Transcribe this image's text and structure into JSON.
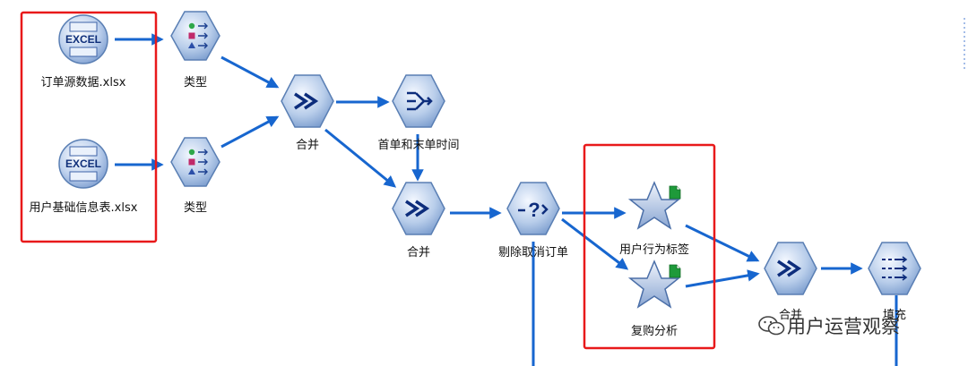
{
  "nodes": {
    "excel_orders": {
      "label": "订单源数据.xlsx",
      "icon": "excel-source-icon"
    },
    "excel_users": {
      "label": "用户基础信息表.xlsx",
      "icon": "excel-source-icon"
    },
    "type1": {
      "label": "类型",
      "icon": "type-node-icon"
    },
    "type2": {
      "label": "类型",
      "icon": "type-node-icon"
    },
    "merge1": {
      "label": "合并",
      "icon": "merge-node-icon"
    },
    "first_last": {
      "label": "首单和末单时间",
      "icon": "aggregate-node-icon"
    },
    "merge2": {
      "label": "合并",
      "icon": "merge-node-icon"
    },
    "remove_cancel": {
      "label": "剔除取消订单",
      "icon": "select-node-icon"
    },
    "behavior_tag": {
      "label": "用户行为标签",
      "icon": "star-supernode-icon"
    },
    "repurchase": {
      "label": "复购分析",
      "icon": "star-supernode-icon"
    },
    "merge3": {
      "label": "合并",
      "icon": "merge-node-icon"
    },
    "derive": {
      "label": "填充",
      "icon": "field-ops-node-icon"
    }
  },
  "watermark": {
    "text": "用户运营观察",
    "icon": "wechat-icon"
  },
  "colors": {
    "connector": "#1766cf",
    "highlight": "#e8191a",
    "node_fill": "#a9c3e8",
    "node_stroke": "#5a7fb4"
  }
}
